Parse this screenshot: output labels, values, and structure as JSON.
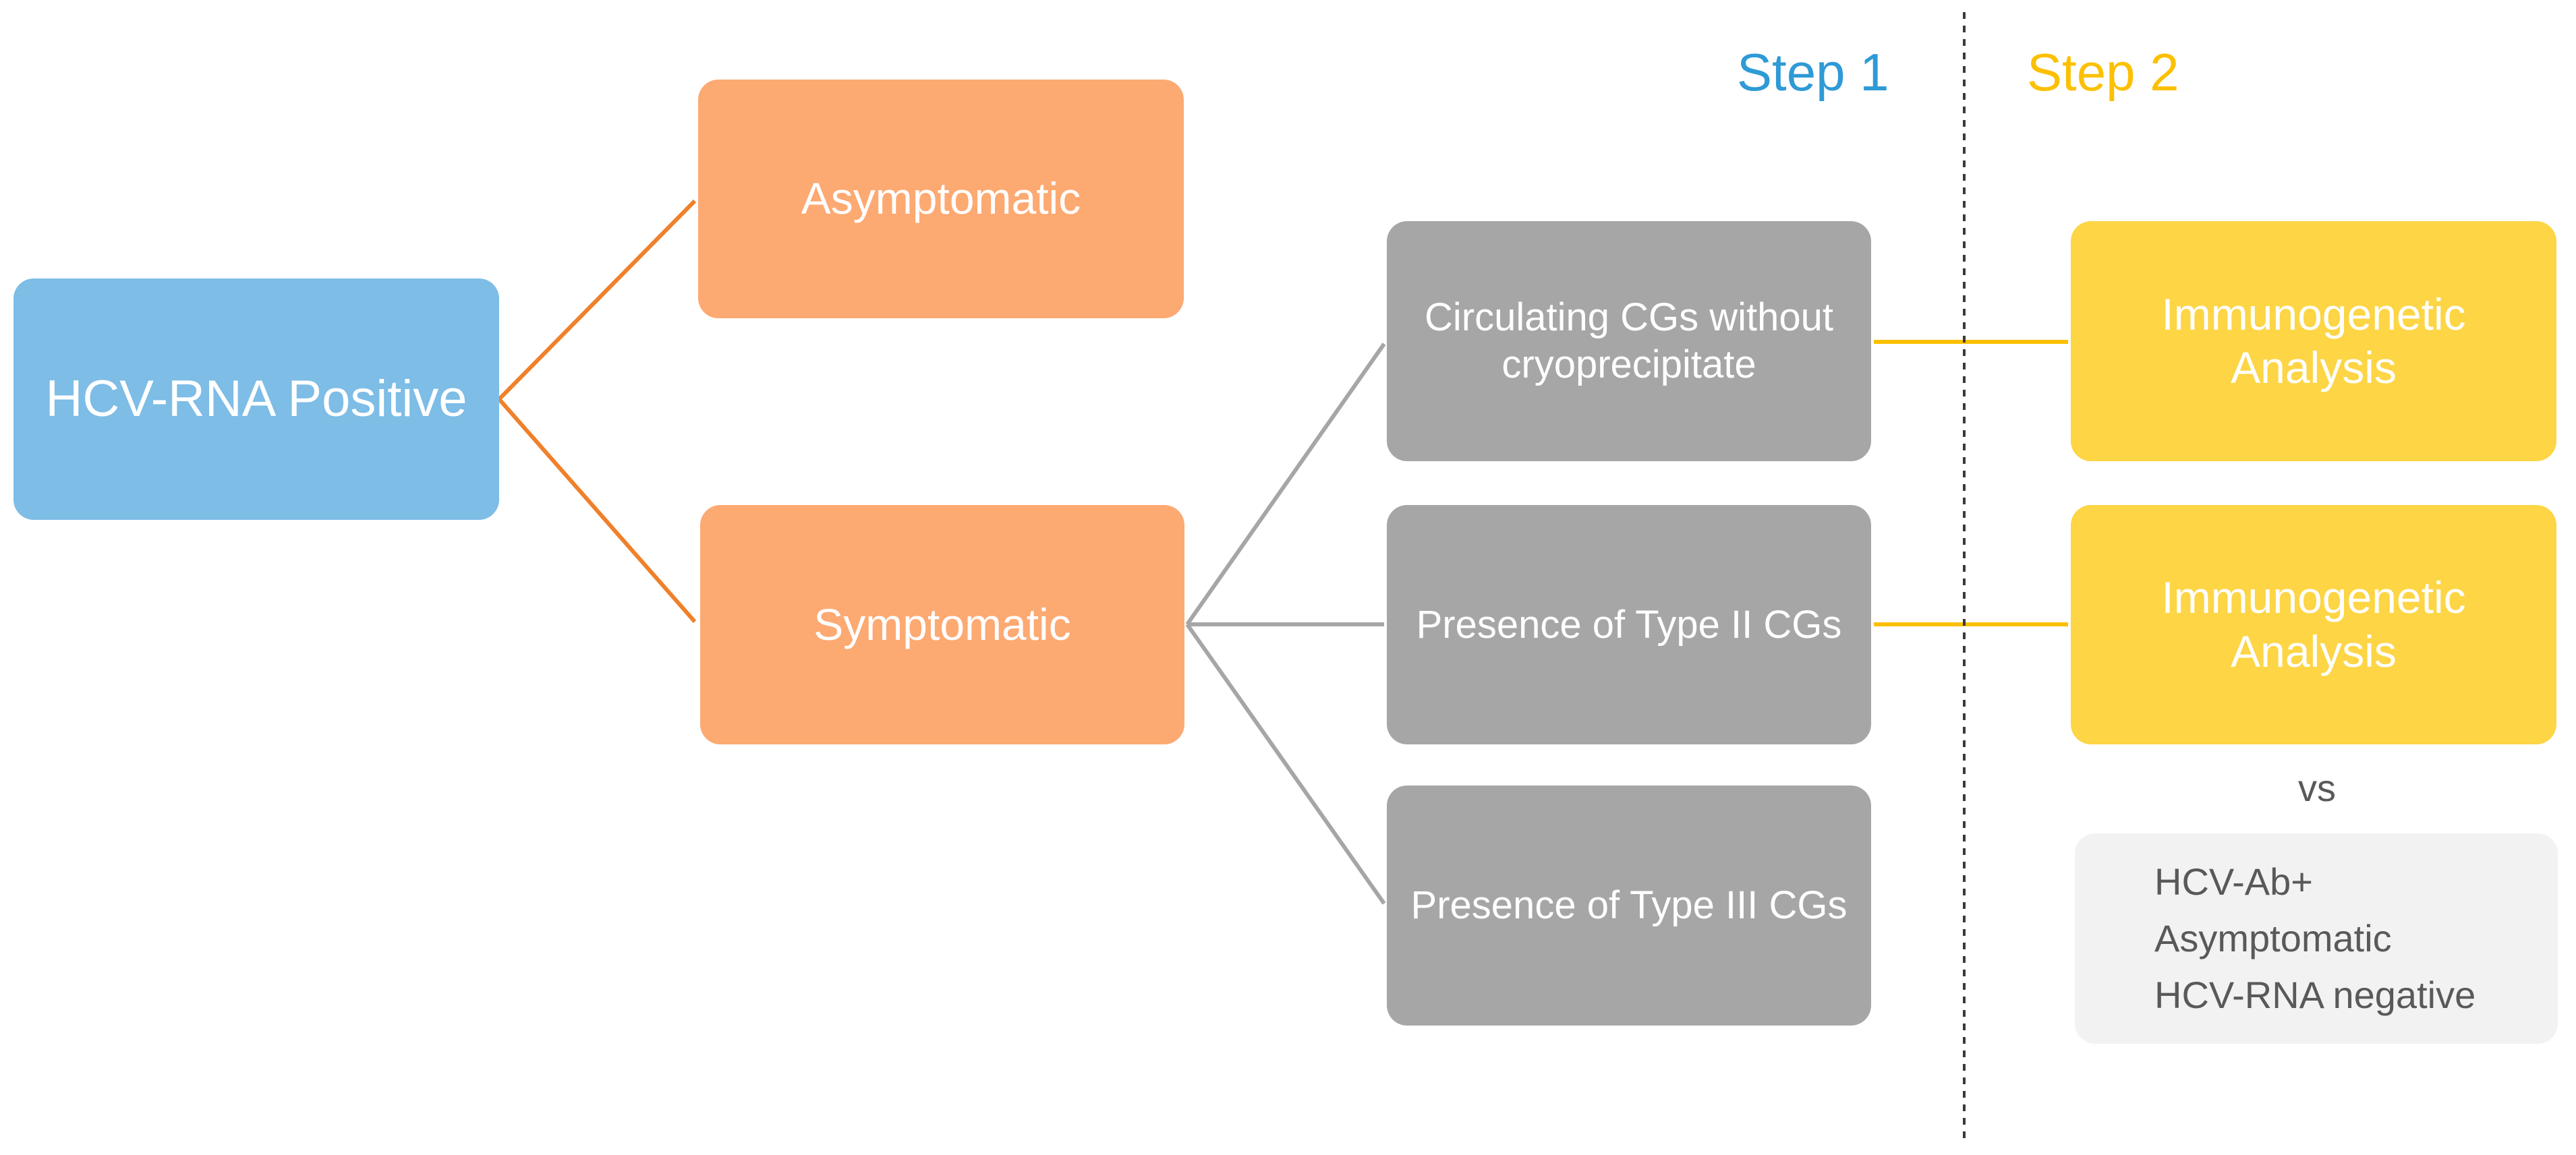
{
  "colors": {
    "blue_box": "#7dbde6",
    "orange_box": "#fda972",
    "grey_box": "#a6a6a6",
    "yellow_box": "#fdd545",
    "light_box": "#f2f2f2",
    "orange_line": "#f0802a",
    "grey_line": "#a6a6a6",
    "yellow_line": "#fcc000",
    "step1_text": "#2e9ad6",
    "step2_text": "#fcc000",
    "divider": "#3a3a3a"
  },
  "headers": {
    "step1": "Step 1",
    "step2": "Step 2"
  },
  "nodes": {
    "root": "HCV-RNA Positive",
    "asymptomatic": "Asymptomatic",
    "symptomatic": "Symptomatic",
    "circulating_line1": "Circulating CGs without",
    "circulating_line2": "cryoprecipitate",
    "type_ii": "Presence of Type II CGs",
    "type_iii": "Presence of Type III CGs",
    "immuno_1_line1": "Immunogenetic",
    "immuno_1_line2": "Analysis",
    "immuno_2_line1": "Immunogenetic",
    "immuno_2_line2": "Analysis",
    "vs": "vs",
    "control_line1": "HCV-Ab+",
    "control_line2": "Asymptomatic",
    "control_line3": "HCV-RNA negative"
  }
}
